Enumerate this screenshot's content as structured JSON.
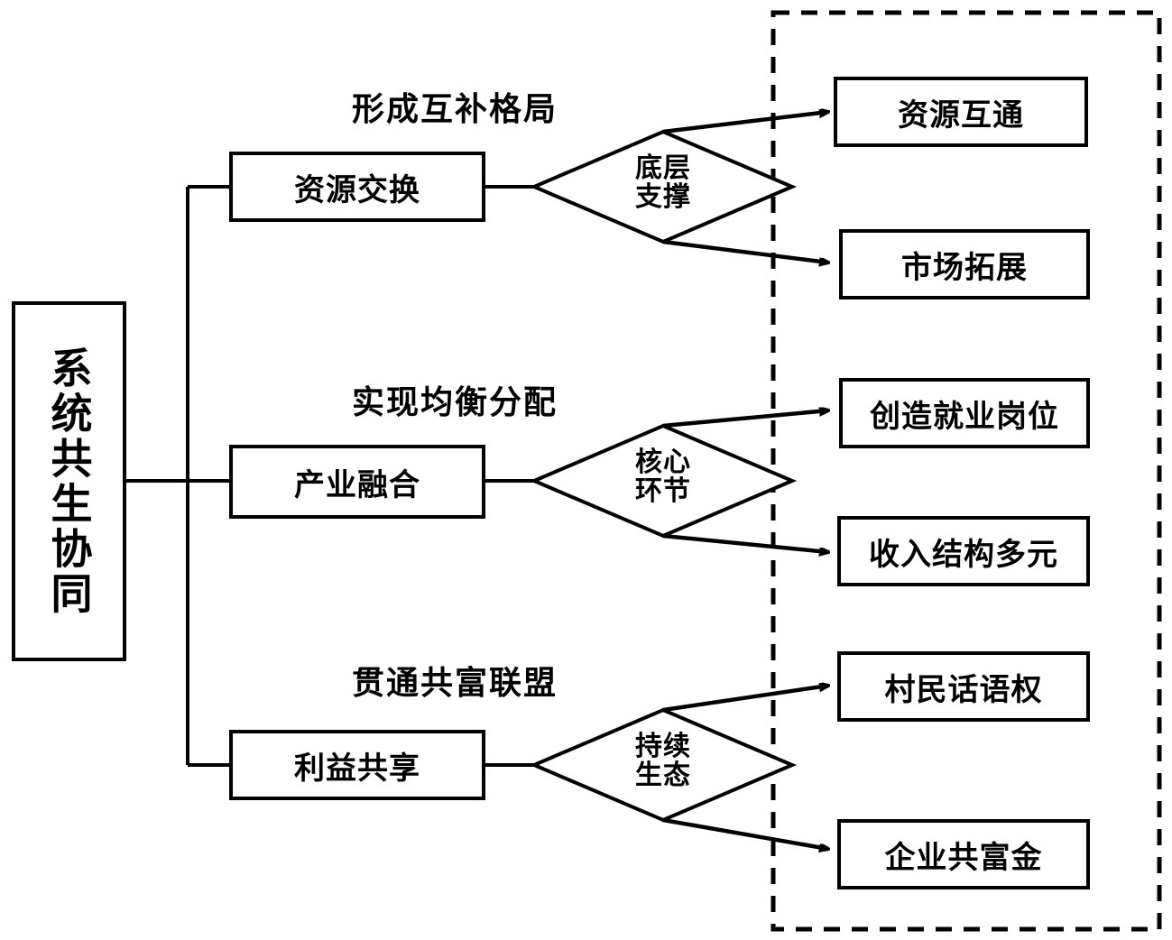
{
  "diagram": {
    "title_node": {
      "label": "系统共生协同"
    },
    "boundary": {
      "name": "dashed-outcome-region",
      "style": "dashed"
    },
    "branches": [
      {
        "section_label": "形成互补格局",
        "branch_label": "资源交换",
        "connector_label": "底层\n支撑",
        "outcomes": [
          {
            "label": "资源互通"
          },
          {
            "label": "市场拓展"
          }
        ]
      },
      {
        "section_label": "实现均衡分配",
        "branch_label": "产业融合",
        "connector_label": "核心\n环节",
        "outcomes": [
          {
            "label": "创造就业岗位"
          },
          {
            "label": "收入结构多元"
          }
        ]
      },
      {
        "section_label": "贯通共富联盟",
        "branch_label": "利益共享",
        "connector_label": "持续\n生态",
        "outcomes": [
          {
            "label": "村民话语权"
          },
          {
            "label": "企业共富金"
          }
        ]
      }
    ],
    "colors": {
      "stroke": "#000000",
      "fill": "#ffffff",
      "text": "#000000"
    }
  }
}
